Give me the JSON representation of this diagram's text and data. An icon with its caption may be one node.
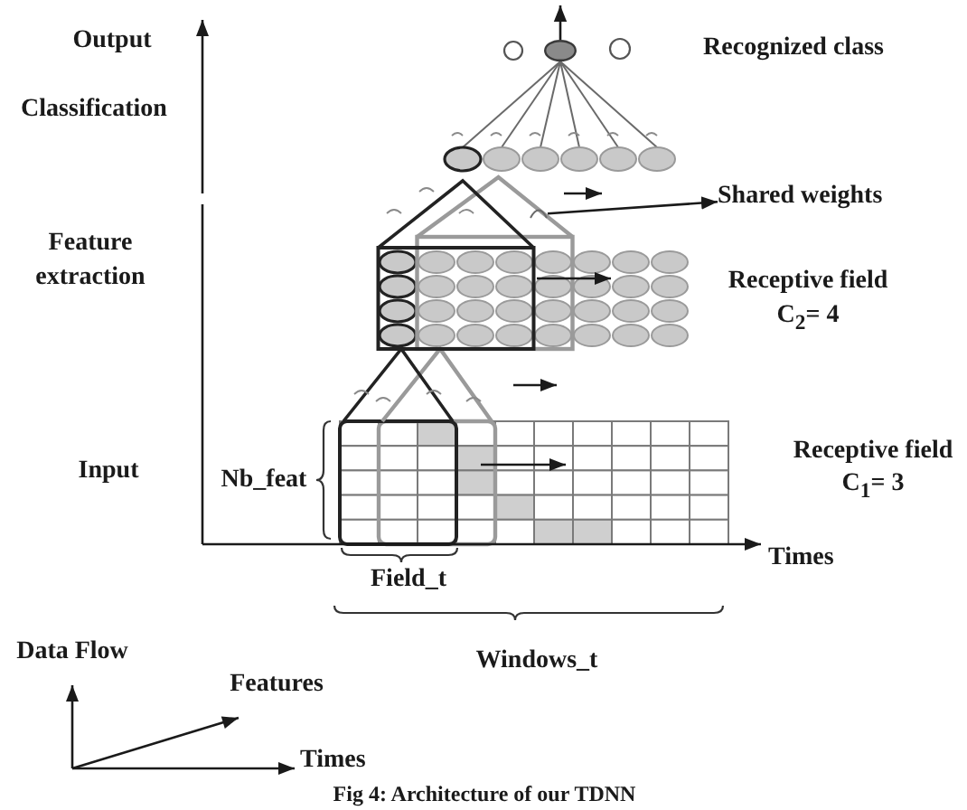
{
  "diagram": {
    "caption": "Fig 4: Architecture of our TDNN",
    "nodes": [
      {
        "text": [],
        "shape": "circle"
      },
      {
        "text": [
          "Shared weights"
        ]
      },
      {
        "text": [],
        "shape": "arc"
      }
    ],
    "edges": [
      {
        "from": 0,
        "to": null,
        "arrow": "to"
      },
      {
        "from": 2,
        "to": 1,
        "arrow": "to"
      }
    ],
    "labels": [
      "Output",
      "Recognized class",
      "Classification",
      "Feature extraction",
      "Receptive field C$_{2}$= 4",
      "Input",
      "Nb_feat",
      "Receptive field C$_{1}$= 3",
      "Times",
      "Field_t",
      "Windows_t",
      "Data Flow",
      "Features",
      "Times"
    ]
  }
}
